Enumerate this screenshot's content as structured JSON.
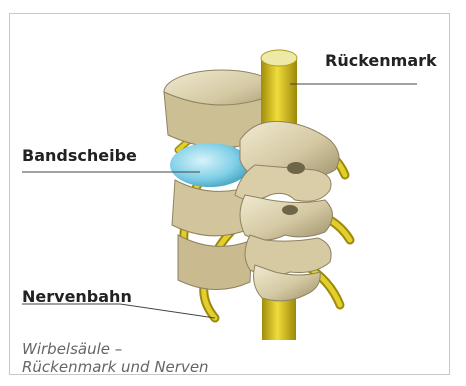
{
  "labels": {
    "spinal_cord": "Rückenmark",
    "disc": "Bandscheibe",
    "nerve": "Nervenbahn"
  },
  "caption": {
    "line1": "Wirbelsäule –",
    "line2": "Rückenmark und Nerven"
  },
  "colors": {
    "bone": "#dcd3b4",
    "bone_shadow": "#a59a72",
    "nerve": "#d8c21c",
    "nerve_dark": "#9c8a0a",
    "disc": "#7fcfe6",
    "frame": "#c8c8c8"
  }
}
